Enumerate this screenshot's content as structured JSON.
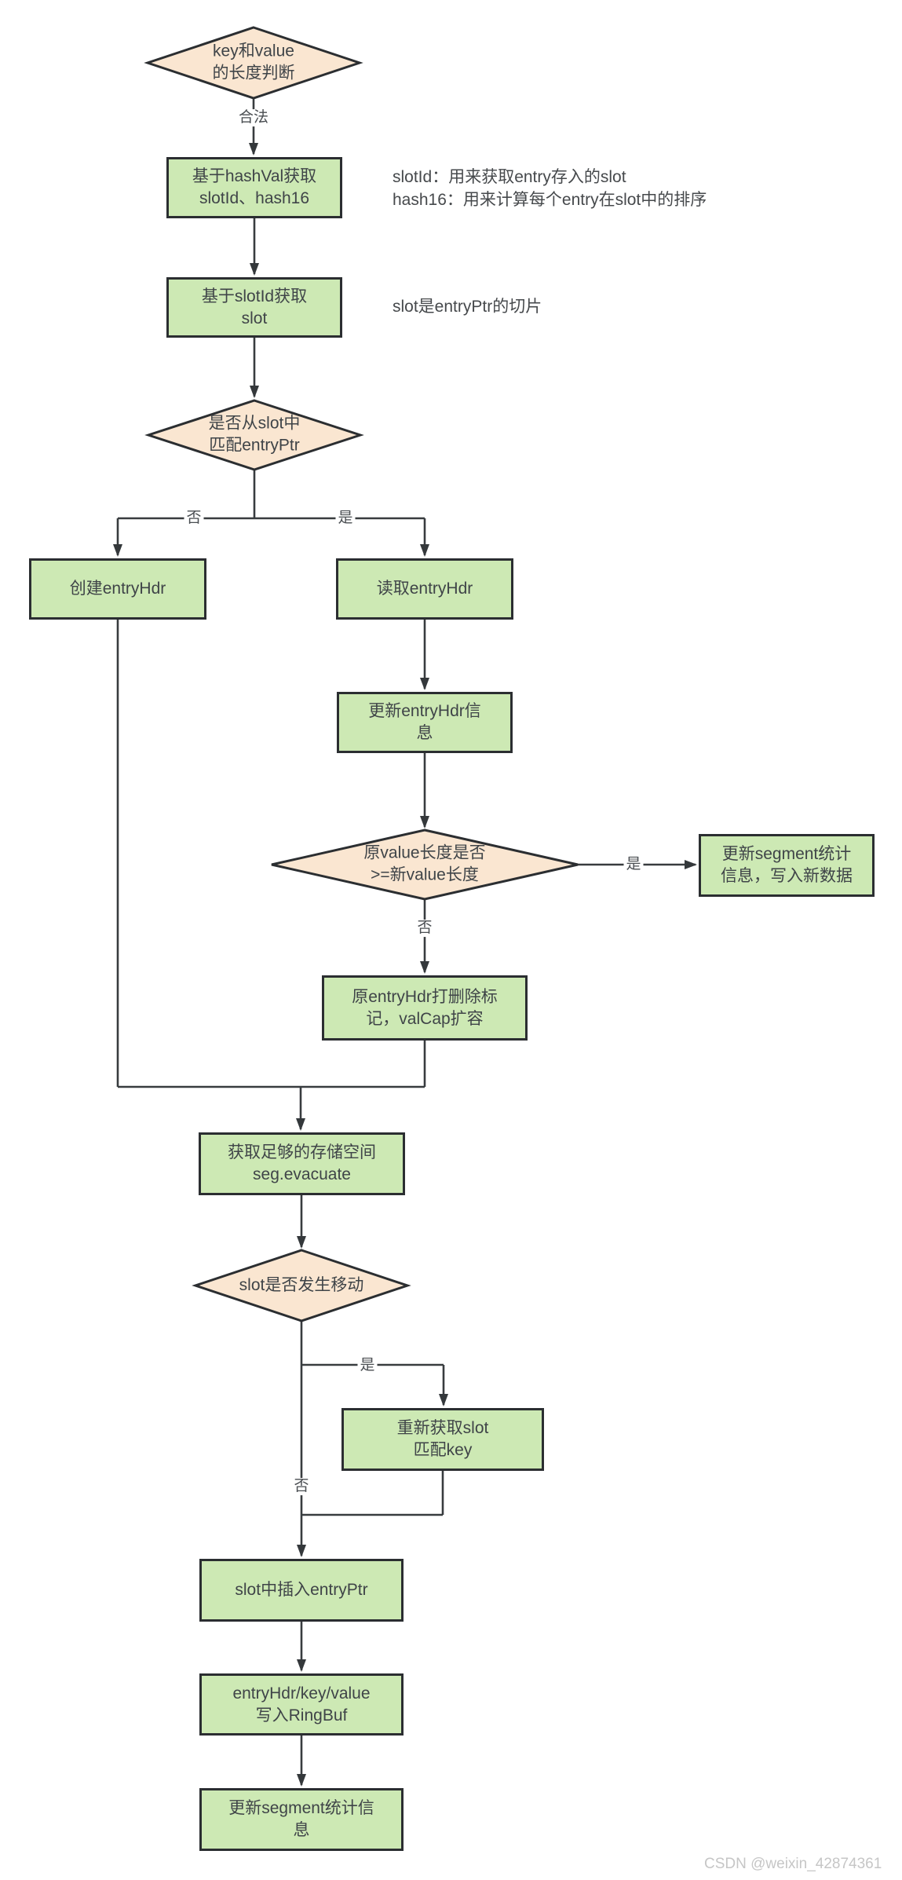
{
  "diagram": {
    "nodes": {
      "start_decision": "key和value\n的长度判断",
      "get_slotid_hash16": "基于hashVal获取\nslotId、hash16",
      "get_slot": "基于slotId获取\nslot",
      "match_entryptr_decision": "是否从slot中\n匹配entryPtr",
      "create_entryhdr": "创建entryHdr",
      "read_entryhdr": "读取entryHdr",
      "update_entryhdr": "更新entryHdr信\n息",
      "value_len_decision": "原value长度是否\n>=新value长度",
      "update_segment_write": "更新segment统计\n信息，写入新数据",
      "mark_delete_expand": "原entryHdr打删除标\n记，valCap扩容",
      "get_storage": "获取足够的存储空间\nseg.evacuate",
      "slot_moved_decision": "slot是否发生移动",
      "refetch_slot": "重新获取slot\n匹配key",
      "insert_entryptr": "slot中插入entryPtr",
      "write_ringbuf": "entryHdr/key/value\n写入RingBuf",
      "update_segment_stats": "更新segment统计信\n息"
    },
    "edge_labels": {
      "valid": "合法",
      "match_no": "否",
      "match_yes": "是",
      "len_yes": "是",
      "len_no": "否",
      "moved_yes": "是",
      "moved_no": "否"
    },
    "annotations": {
      "slotid_hash16": "slotId：用来获取entry存入的slot\nhash16：用来计算每个entry在slot中的排序",
      "slot_slice": "slot是entryPtr的切片"
    },
    "colors": {
      "process_fill": "#cde9b4",
      "decision_fill": "#fae6d1",
      "shape_border": "#2b2e31",
      "connector": "#383c3f",
      "text": "#3f4448",
      "watermark": "#c6c6c6"
    }
  },
  "watermark": "CSDN @weixin_42874361"
}
